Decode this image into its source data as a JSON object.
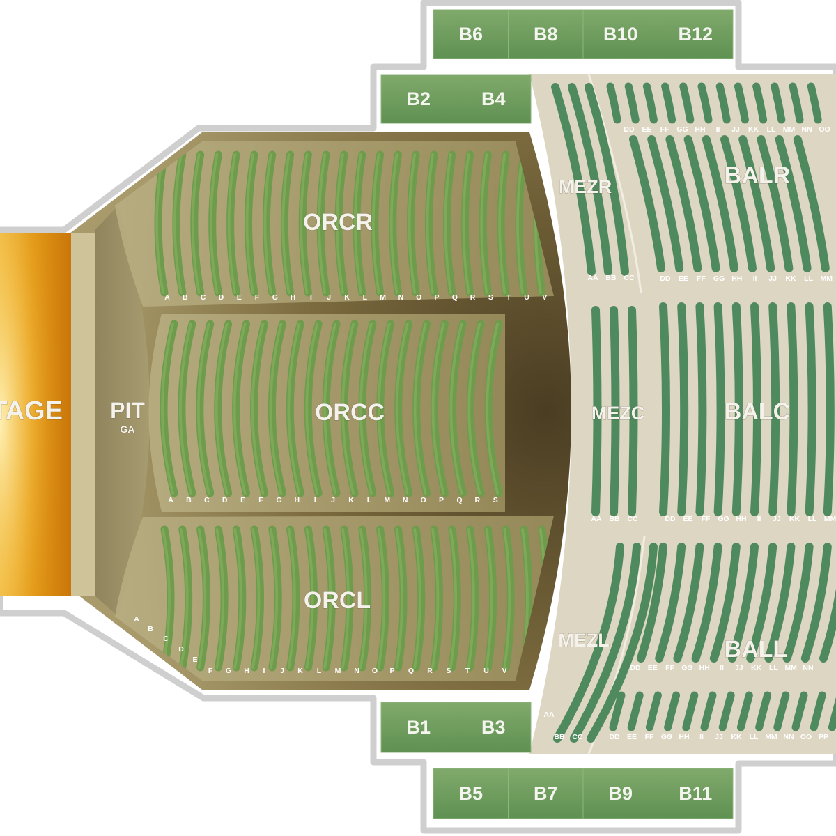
{
  "colors": {
    "seat_green": "#6f9a4e",
    "seat_teal": "#4f8a5e",
    "box_green": "#6a9b5c",
    "floor": "#d9d2bd",
    "outline": "#c8c8c8",
    "stage": "#d9870d"
  },
  "stage": {
    "label": "STAGE"
  },
  "pit": {
    "label": "PIT",
    "sublabel": "GA"
  },
  "orchestra": {
    "orcr": {
      "label": "ORCR",
      "rows": [
        "A",
        "B",
        "C",
        "D",
        "E",
        "F",
        "G",
        "H",
        "I",
        "J",
        "K",
        "L",
        "M",
        "N",
        "O",
        "P",
        "Q",
        "R",
        "S",
        "T",
        "U",
        "V"
      ]
    },
    "orcc": {
      "label": "ORCC",
      "rows": [
        "A",
        "B",
        "C",
        "D",
        "E",
        "F",
        "G",
        "H",
        "I",
        "J",
        "K",
        "L",
        "M",
        "N",
        "O",
        "P",
        "Q",
        "R",
        "S"
      ]
    },
    "orcl": {
      "label": "ORCL",
      "rows": [
        "A",
        "B",
        "C",
        "D",
        "E",
        "F",
        "G",
        "H",
        "I",
        "J",
        "K",
        "L",
        "M",
        "N",
        "O",
        "P",
        "Q",
        "R",
        "S",
        "T",
        "U",
        "V"
      ]
    }
  },
  "mezzanine": {
    "mezr": {
      "label": "MEZR",
      "rows": [
        "AA",
        "BB",
        "CC"
      ]
    },
    "mezc": {
      "label": "MEZC",
      "rows": [
        "AA",
        "BB",
        "CC"
      ]
    },
    "mezl": {
      "label": "MEZL",
      "rows": [
        "AA",
        "BB",
        "CC"
      ]
    }
  },
  "balcony": {
    "balr_top_rows": [
      "DD",
      "EE",
      "FF",
      "GG",
      "HH",
      "II",
      "JJ",
      "KK",
      "LL",
      "MM",
      "NN",
      "OO"
    ],
    "balr": {
      "label": "BALR",
      "rows": [
        "DD",
        "EE",
        "FF",
        "GG",
        "HH",
        "II",
        "JJ",
        "KK",
        "LL",
        "MM"
      ]
    },
    "balc": {
      "label": "BALC",
      "rows": [
        "DD",
        "EE",
        "FF",
        "GG",
        "HH",
        "II",
        "JJ",
        "KK",
        "LL",
        "MM"
      ]
    },
    "ball": {
      "label": "BALL",
      "rows": [
        "DD",
        "EE",
        "FF",
        "GG",
        "HH",
        "II",
        "JJ",
        "KK",
        "LL",
        "MM",
        "NN"
      ]
    },
    "ball_bottom_rows": [
      "DD",
      "EE",
      "FF",
      "GG",
      "HH",
      "II",
      "JJ",
      "KK",
      "LL",
      "MM",
      "NN",
      "OO",
      "PP"
    ]
  },
  "boxes": {
    "top_outer": [
      "B6",
      "B8",
      "B10",
      "B12"
    ],
    "top_inner": [
      "B2",
      "B4"
    ],
    "bottom_inner": [
      "B1",
      "B3"
    ],
    "bottom_outer": [
      "B5",
      "B7",
      "B9",
      "B11"
    ]
  }
}
